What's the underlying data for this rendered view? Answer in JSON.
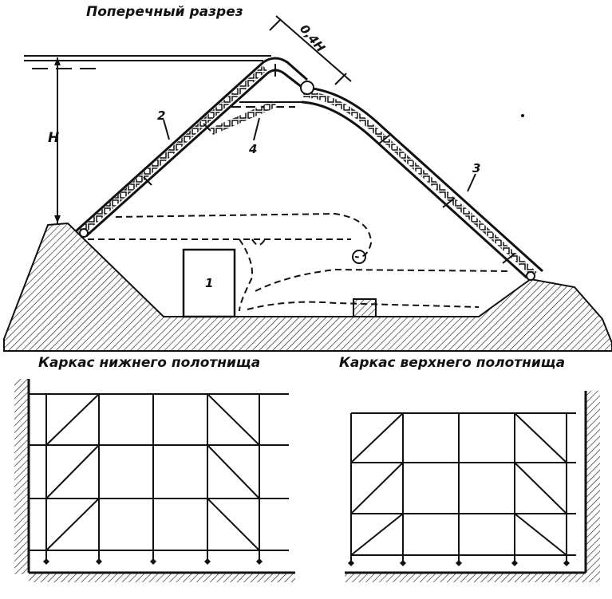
{
  "section_title": "Поперечный разрез",
  "dimension_top": "0,4H",
  "dimension_height": "H",
  "callouts": [
    "1",
    "2",
    "3",
    "4"
  ],
  "lower_frame_title": "Каркас нижнего полотнища",
  "upper_frame_title": "Каркас верхнего полотнища"
}
